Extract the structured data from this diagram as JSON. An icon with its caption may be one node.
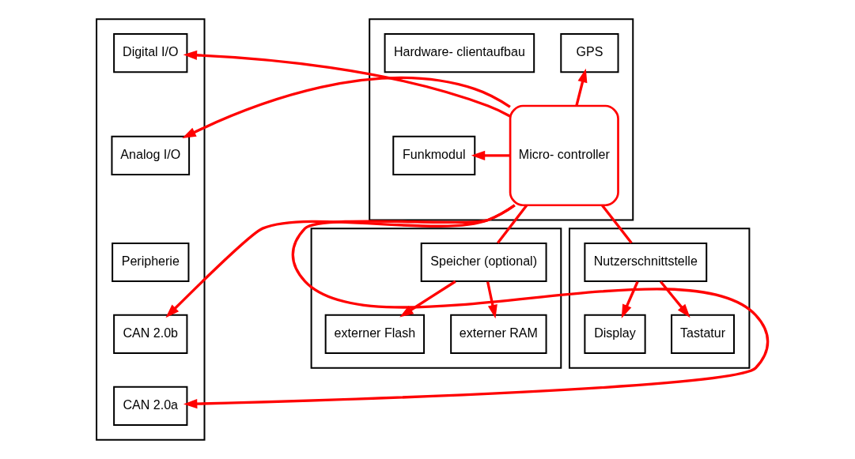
{
  "diagram": {
    "nodes": [
      {
        "text": [],
        "shape": "box"
      },
      {
        "text": [
          "Digital I/O"
        ],
        "in": 0
      },
      {
        "text": [
          "Analog I/O"
        ],
        "in": 0
      },
      {
        "text": [
          "Peripherie"
        ],
        "in": 0
      },
      {
        "text": [
          "CAN 2.0b"
        ],
        "in": 0
      },
      {
        "text": [
          "CAN 2.0a"
        ],
        "in": 0
      },
      {
        "text": [],
        "shape": "box"
      },
      {
        "text": [
          "GPS"
        ],
        "in": 6
      },
      {
        "text": [
          "Hardware- clientaufbau"
        ],
        "in": 6
      },
      {
        "text": [
          "Micro- controller"
        ],
        "in": 6
      },
      {
        "text": [
          "Funkmodul"
        ],
        "in": 6
      },
      {
        "text": [],
        "shape": "box"
      },
      {
        "text": [
          "Speicher (optional)"
        ],
        "in": 11
      },
      {
        "text": [
          "externer Flash"
        ],
        "in": 11
      },
      {
        "text": [
          "externer RAM"
        ],
        "in": 11
      },
      {
        "text": [],
        "shape": "box"
      },
      {
        "text": [
          "Nutzerschnittstelle"
        ],
        "in": 15
      },
      {
        "text": [
          "Display"
        ],
        "in": 15
      },
      {
        "text": [
          "Tastatur"
        ],
        "in": 15
      }
    ],
    "edges": [
      {
        "from": 9,
        "to": 1,
        "arrow": "to"
      },
      {
        "from": 9,
        "to": 2,
        "arrow": "to"
      },
      {
        "from": 9,
        "to": 4,
        "arrow": "to"
      },
      {
        "from": 9,
        "to": 5,
        "arrow": "to"
      },
      {
        "from": 9,
        "to": 7,
        "arrow": "to"
      },
      {
        "from": 9,
        "to": 10,
        "arrow": "to"
      },
      {
        "from": 9,
        "to": 12,
        "arrow": "none"
      },
      {
        "from": 9,
        "to": 16,
        "arrow": "none"
      },
      {
        "from": 12,
        "to": 13,
        "arrow": "to"
      },
      {
        "from": 12,
        "to": 14,
        "arrow": "to"
      },
      {
        "from": 16,
        "to": 17,
        "arrow": "to"
      },
      {
        "from": 16,
        "to": 18,
        "arrow": "to"
      }
    ]
  }
}
